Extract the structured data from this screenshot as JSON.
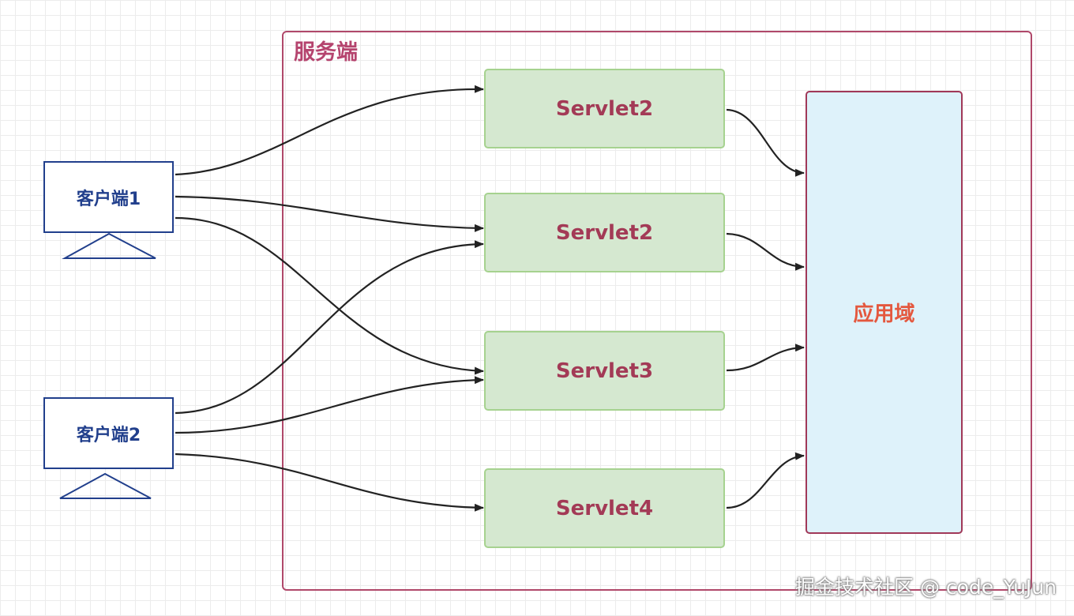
{
  "server": {
    "label": "服务端"
  },
  "servlets": [
    "Servlet2",
    "Servlet2",
    "Servlet3",
    "Servlet4"
  ],
  "domain": {
    "label": "应用域"
  },
  "clients": [
    "客户端1",
    "客户端2"
  ],
  "watermark": "掘金技术社区 @ code_YuJun",
  "colors": {
    "server_border": "#b0486a",
    "servlet_fill": "#d5e8d0",
    "servlet_border": "#a6d28f",
    "servlet_text": "#a33a56",
    "domain_fill": "#def2fa",
    "domain_text": "#e4583e",
    "client_color": "#213f8c",
    "edge_color": "#222222"
  },
  "connections": [
    {
      "from": "客户端1",
      "to": "servlet-1"
    },
    {
      "from": "客户端1",
      "to": "servlet-2"
    },
    {
      "from": "客户端1",
      "to": "servlet-3"
    },
    {
      "from": "客户端2",
      "to": "servlet-2"
    },
    {
      "from": "客户端2",
      "to": "servlet-3"
    },
    {
      "from": "客户端2",
      "to": "servlet-4"
    },
    {
      "from": "servlet-1",
      "to": "应用域"
    },
    {
      "from": "servlet-2",
      "to": "应用域"
    },
    {
      "from": "servlet-3",
      "to": "应用域"
    },
    {
      "from": "servlet-4",
      "to": "应用域"
    }
  ]
}
